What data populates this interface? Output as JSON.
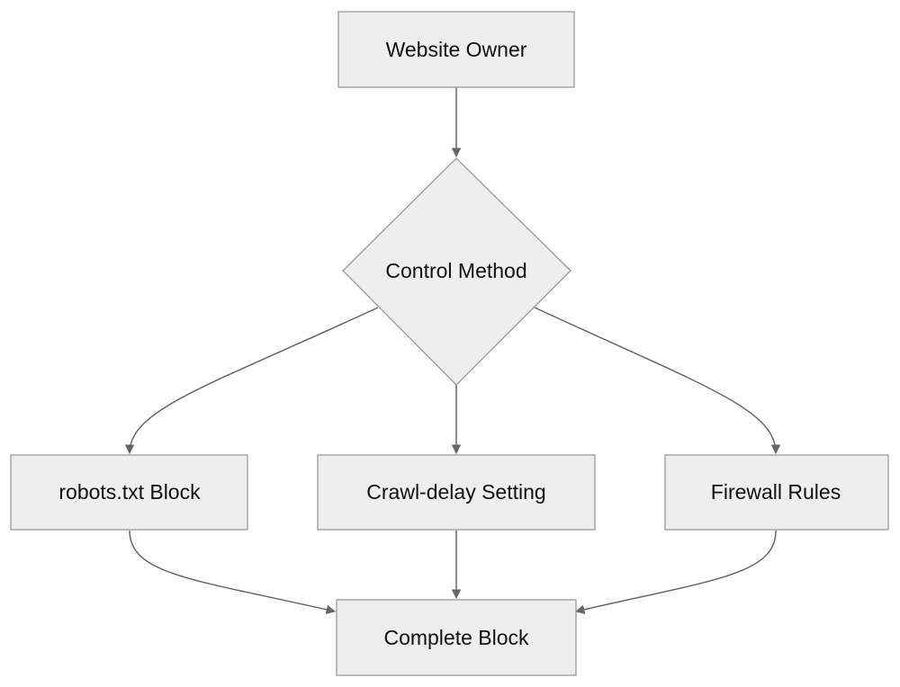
{
  "diagram": {
    "type": "flowchart",
    "colors": {
      "node_fill": "#eeeeee",
      "node_border": "#999999",
      "edge": "#666666",
      "text": "#111111"
    },
    "nodes": [
      {
        "id": "owner",
        "shape": "rectangle",
        "label": "Website Owner"
      },
      {
        "id": "method",
        "shape": "diamond",
        "label": "Control Method"
      },
      {
        "id": "robots",
        "shape": "rectangle",
        "label": "robots.txt Block"
      },
      {
        "id": "crawl",
        "shape": "rectangle",
        "label": "Crawl-delay Setting"
      },
      {
        "id": "firewall",
        "shape": "rectangle",
        "label": "Firewall Rules"
      },
      {
        "id": "complete",
        "shape": "rectangle",
        "label": "Complete Block"
      }
    ],
    "edges": [
      {
        "from": "owner",
        "to": "method"
      },
      {
        "from": "method",
        "to": "robots"
      },
      {
        "from": "method",
        "to": "crawl"
      },
      {
        "from": "method",
        "to": "firewall"
      },
      {
        "from": "robots",
        "to": "complete"
      },
      {
        "from": "crawl",
        "to": "complete"
      },
      {
        "from": "firewall",
        "to": "complete"
      }
    ]
  }
}
